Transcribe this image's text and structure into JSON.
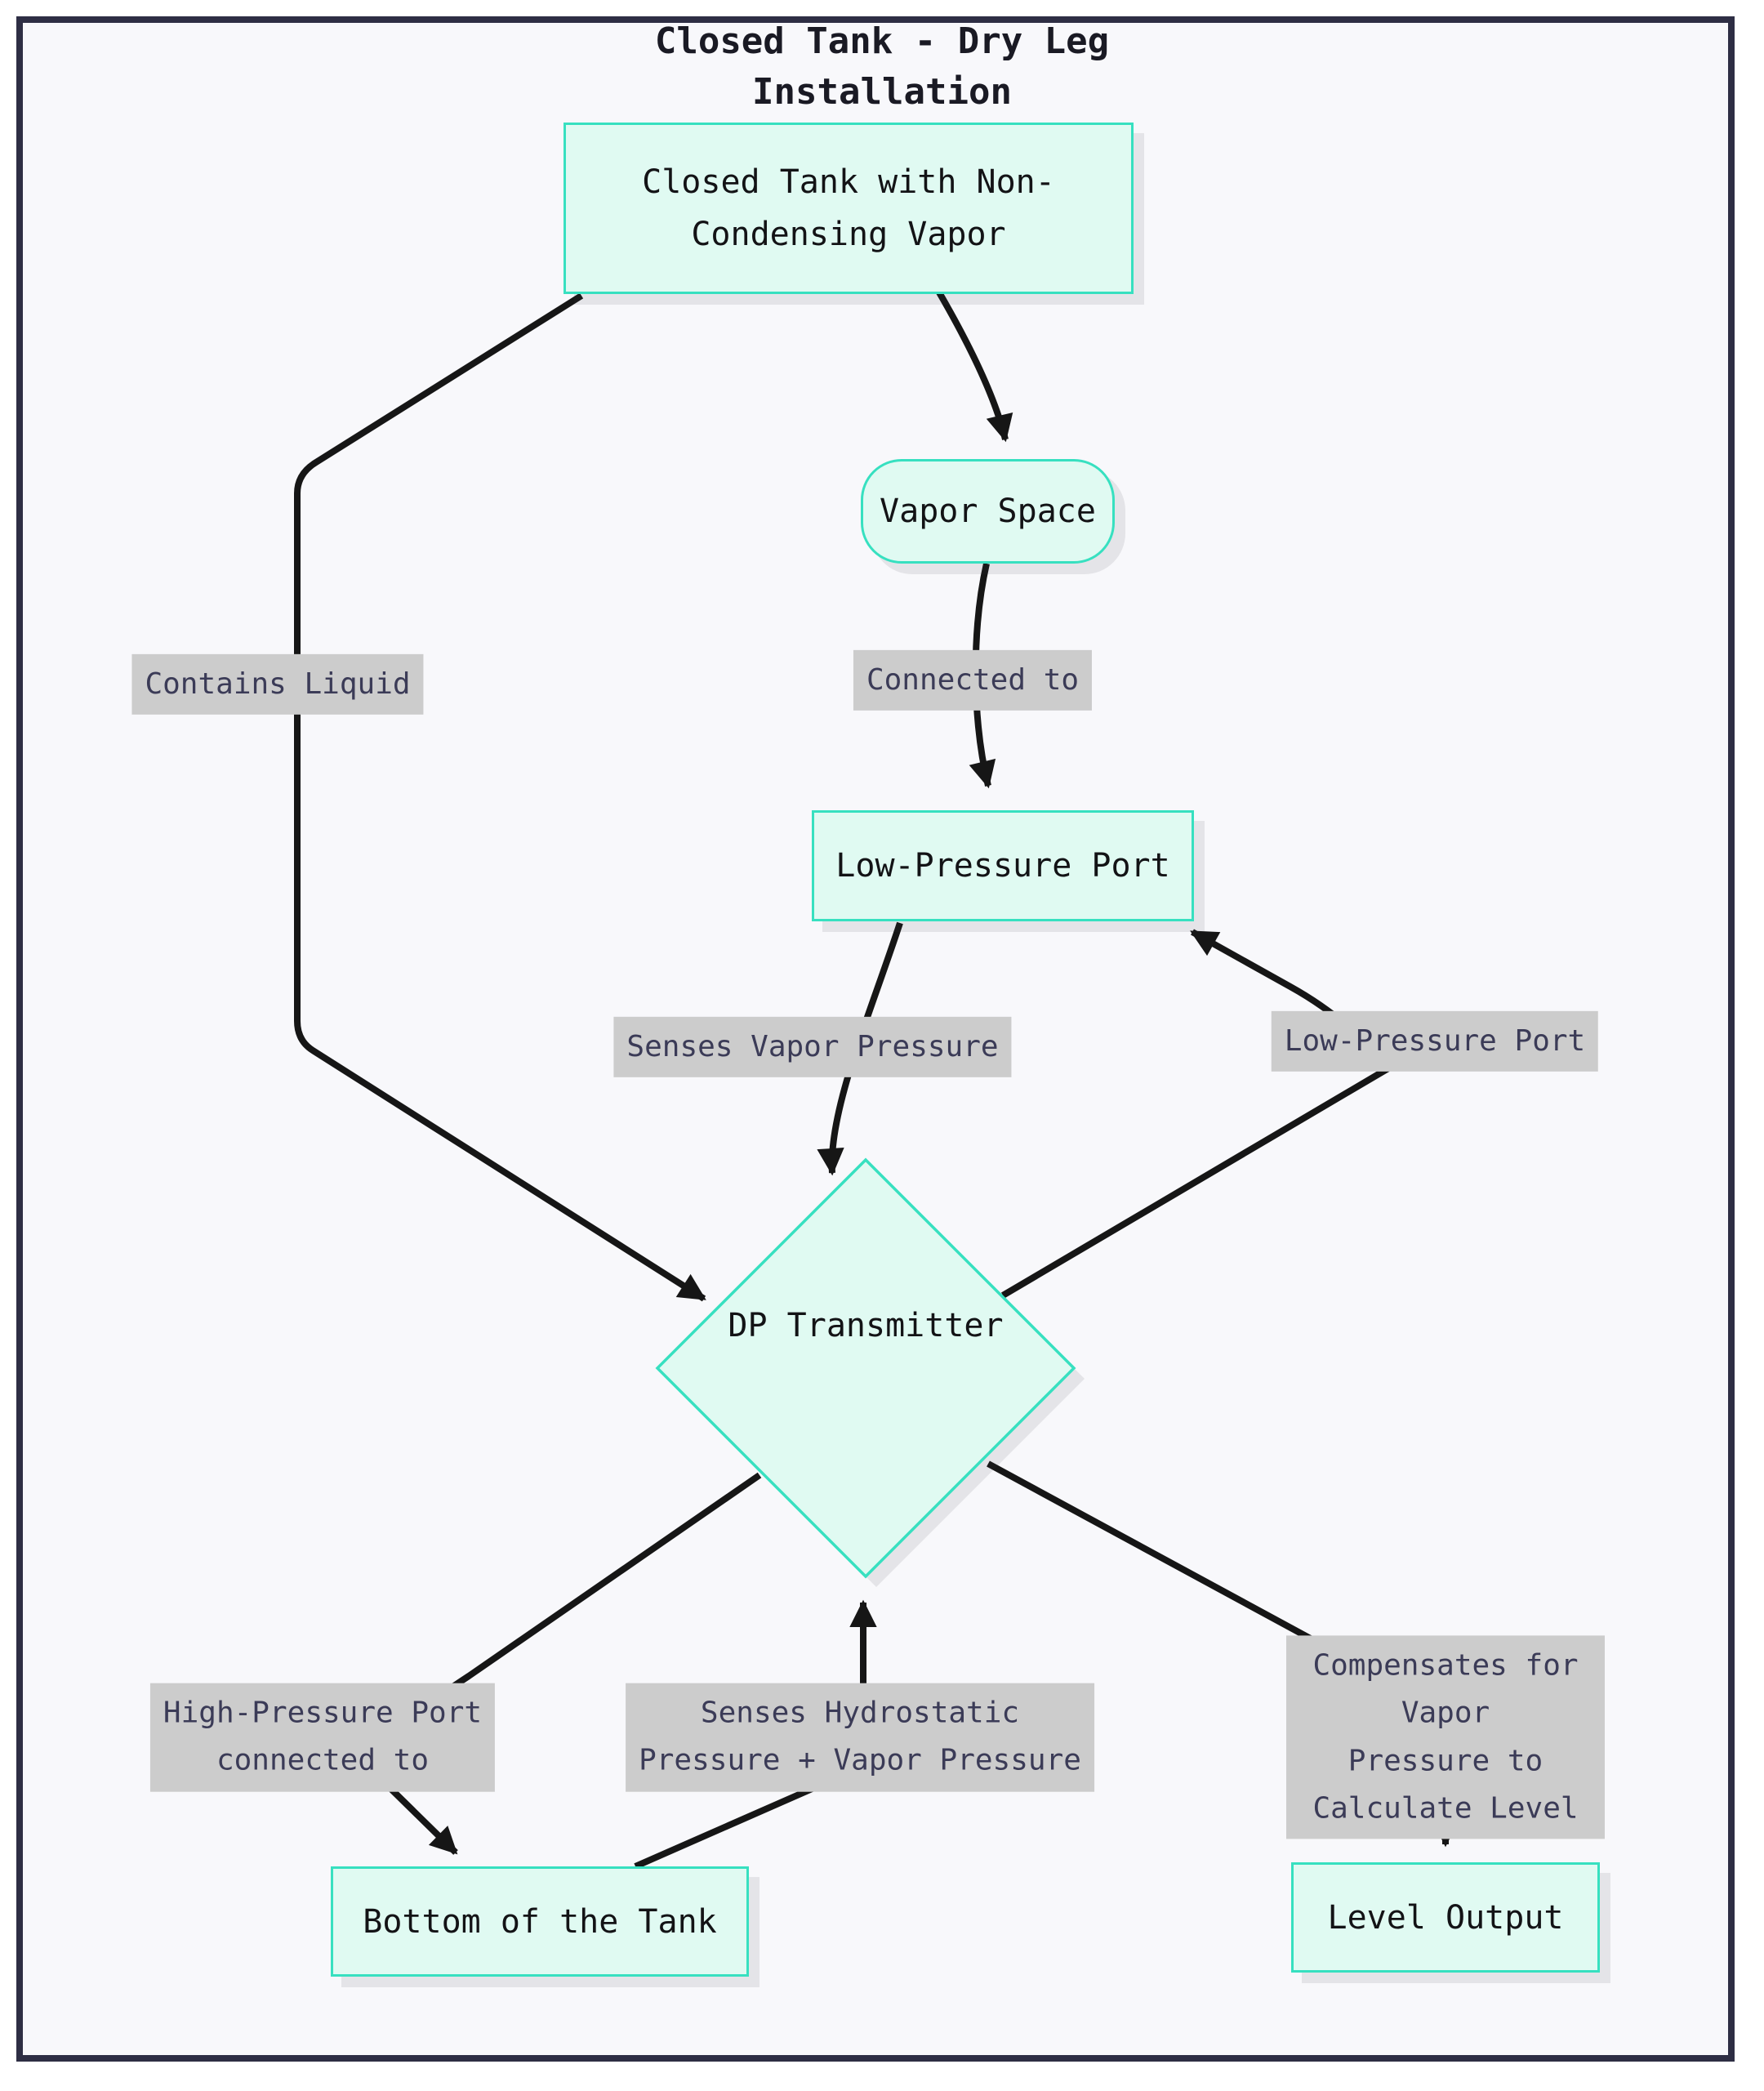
{
  "diagram": {
    "title": [
      "Closed Tank - Dry Leg",
      "Installation"
    ]
  },
  "nodes": {
    "closed_tank": {
      "label": [
        "Closed Tank with Non-",
        "Condensing Vapor"
      ]
    },
    "vapor_space": {
      "label": "Vapor Space"
    },
    "low_pressure_port": {
      "label": "Low-Pressure Port"
    },
    "dp_transmitter": {
      "label": "DP Transmitter"
    },
    "bottom_of_tank": {
      "label": "Bottom of the Tank"
    },
    "level_output": {
      "label": "Level Output"
    }
  },
  "edge_labels": {
    "contains_liquid": "Contains Liquid",
    "connected_to": "Connected to",
    "senses_vapor_pressure": "Senses Vapor Pressure",
    "low_pressure_port": "Low-Pressure Port",
    "high_pressure_port": [
      "High-Pressure Port",
      "connected to"
    ],
    "senses_hydrostatic": [
      "Senses Hydrostatic",
      "Pressure + Vapor Pressure"
    ],
    "compensates": [
      "Compensates for Vapor",
      "Pressure to Calculate Level"
    ]
  },
  "colors": {
    "node_fill": "#e0faf2",
    "node_border": "#37e0c0",
    "node_text": "#131316",
    "edge_label_bg": "#cccccc",
    "edge_label_text": "#3b3b57",
    "arrow": "#161616",
    "frame_border": "#2e2e44",
    "canvas_bg": "#f8f8fb",
    "title_text": "#1a1a24"
  }
}
